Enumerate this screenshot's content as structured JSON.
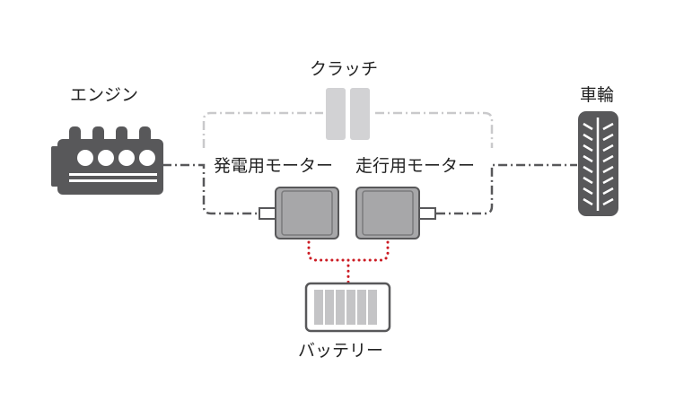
{
  "diagram": {
    "labels": {
      "engine": "エンジン",
      "clutch": "クラッチ",
      "wheel": "車輪",
      "generator_motor": "発電用モーター",
      "drive_motor": "走行用モーター",
      "battery": "バッテリー"
    },
    "colors": {
      "component_dark": "#58585a",
      "component_mid": "#a7a7a9",
      "component_light": "#d2d2d4",
      "mechanical_link": "#58585a",
      "clutch_link": "#c9c9cb",
      "electrical_link": "#cc1c24"
    }
  }
}
